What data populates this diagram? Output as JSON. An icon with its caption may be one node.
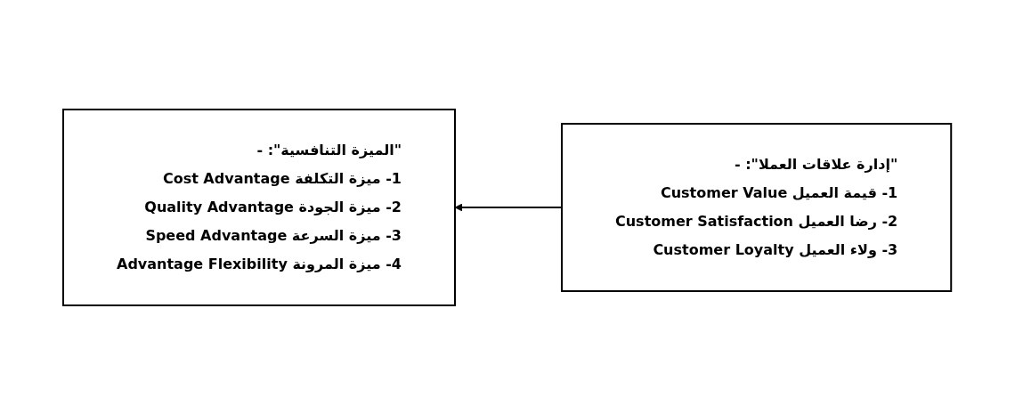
{
  "diagram": {
    "nodes": [
      {
        "text": [
          "\"إدارة علاقات العملا\": -",
          "1- قيمة العميل Customer Value",
          "2- رضا العميل Customer Satisfaction",
          "3- ولاء العميل Customer Loyalty"
        ]
      },
      {
        "text": [
          "\"الميزة التنافسية\": -",
          "1- ميزة التكلفة Cost Advantage",
          "2- ميزة الجودة Quality Advantage",
          "3- ميزة السرعة Speed Advantage",
          "4- ميزة المرونة Advantage Flexibility"
        ]
      }
    ],
    "edges": [
      {
        "from": 0,
        "to": 1,
        "arrow": "to"
      }
    ]
  }
}
